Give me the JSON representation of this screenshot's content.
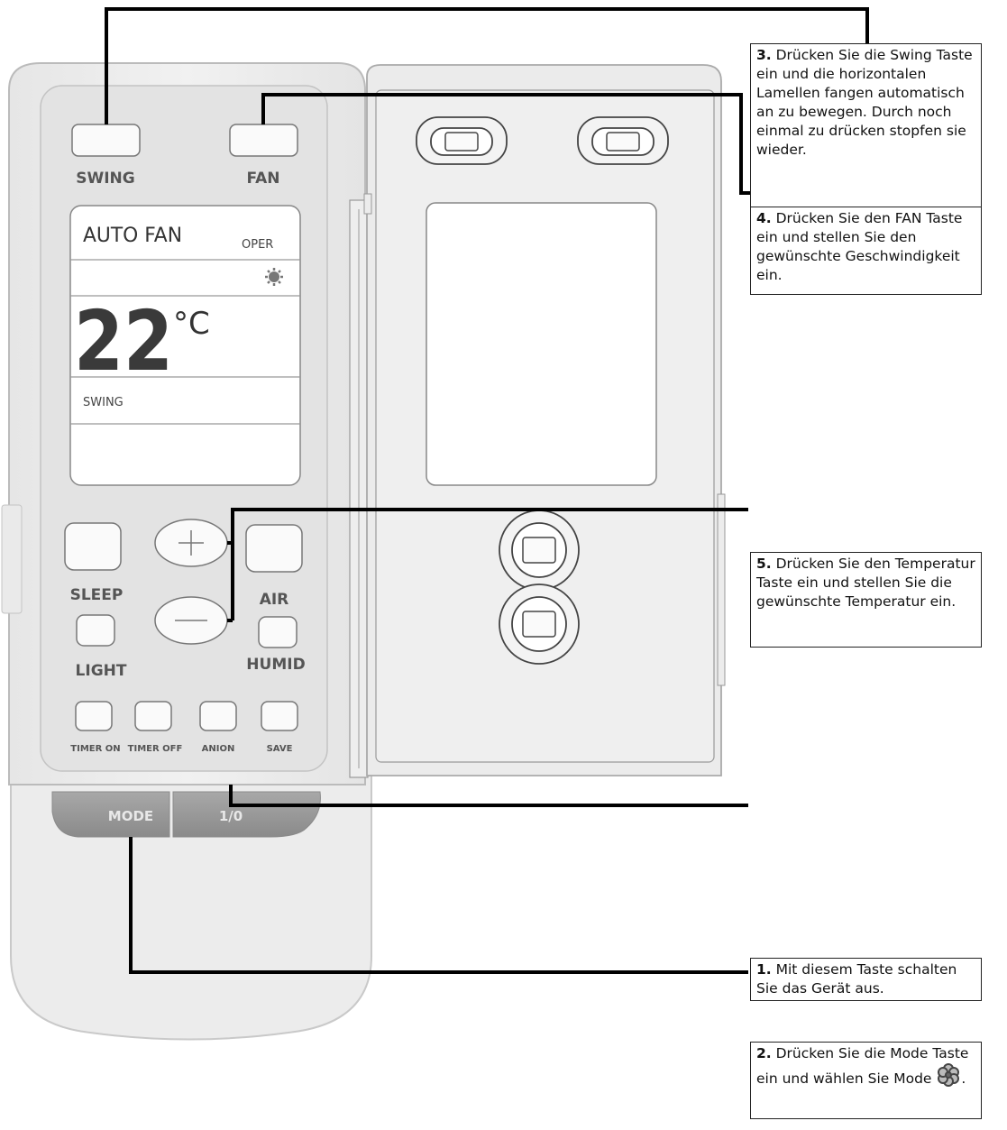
{
  "remote": {
    "buttons": {
      "swing": "SWING",
      "fan": "FAN",
      "sleep": "SLEEP",
      "air": "AIR",
      "light": "LIGHT",
      "humid": "HUMID",
      "timer_on": "TIMER ON",
      "timer_off": "TIMER OFF",
      "anion": "ANION",
      "save": "SAVE",
      "mode": "MODE",
      "power": "1/0"
    },
    "display": {
      "fan_text": "AUTO FAN",
      "oper": "OPER",
      "temperature": "22",
      "unit": "°C",
      "swing": "SWING"
    }
  },
  "callouts": [
    {
      "num": "3.",
      "text": "Drücken Sie die Swing Taste ein und die horizontalen Lamellen fangen automatisch an zu bewegen. Durch noch einmal zu drücken stopfen sie wieder."
    },
    {
      "num": "4.",
      "text": "Drücken Sie den FAN Taste ein und stellen Sie den gewünschte Geschwindigkeit ein."
    },
    {
      "num": "5.",
      "text": "Drücken Sie den Temperatur Taste ein und stellen Sie die gewünschte Temperatur ein."
    },
    {
      "num": "1.",
      "text": "Mit diesem Taste schalten Sie das Gerät aus."
    },
    {
      "num": "2.",
      "text": "Drücken Sie die Mode Taste ein und wählen Sie Mode",
      "tail": "."
    }
  ],
  "icons": [
    "sun-icon",
    "fan-mode-icon"
  ]
}
